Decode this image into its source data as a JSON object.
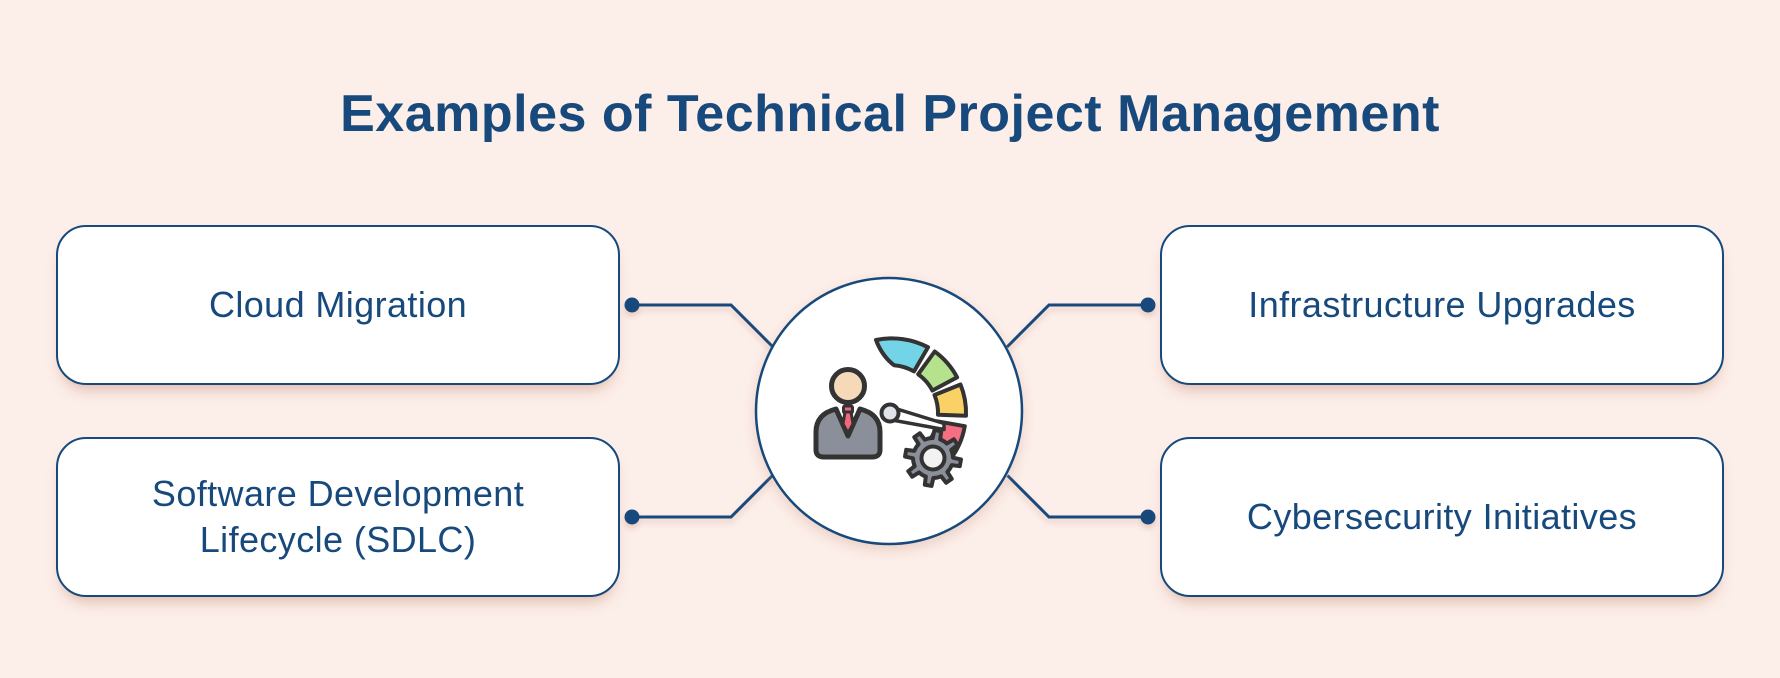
{
  "title": "Examples of Technical Project Management",
  "nodes": [
    {
      "label": "Cloud Migration",
      "position": "top-left"
    },
    {
      "label": "Software Development Lifecycle (SDLC)",
      "position": "bottom-left"
    },
    {
      "label": "Infrastructure Upgrades",
      "position": "top-right"
    },
    {
      "label": "Cybersecurity Initiatives",
      "position": "bottom-right"
    }
  ],
  "center": {
    "icon": "project-manager-gauge-gear-icon",
    "icon_elements": [
      "person-in-suit",
      "speed-gauge-arc",
      "gauge-needle",
      "gear"
    ]
  },
  "colors": {
    "background": "#FCEEE9",
    "navy": "#17497C",
    "node_fill": "#FFFFFF",
    "gauge_cyan": "#72D4E6",
    "gauge_green": "#B5E28C",
    "gauge_yellow": "#FAD166",
    "gauge_pink": "#F56E82",
    "icon_gray": "#8B8F99",
    "icon_outline": "#333333",
    "skin": "#F5D9B8",
    "tie_red": "#F2677C",
    "needle_fill": "#FFFFFF",
    "pivot_fill": "#E0E4EA"
  }
}
